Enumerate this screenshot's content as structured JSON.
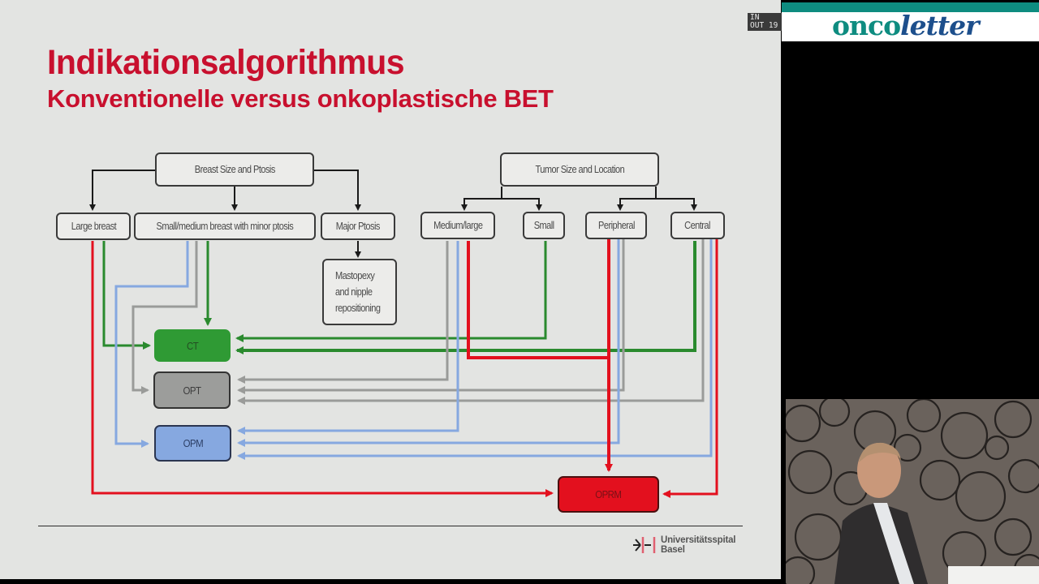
{
  "slide": {
    "title": "Indikationsalgorithmus",
    "subtitle": "Konventionelle versus onkoplastische BET",
    "background_color": "#e3e4e2",
    "title_color": "#c8102e"
  },
  "diagram": {
    "roots": [
      {
        "id": "breast",
        "label": "Breast Size and Ptosis"
      },
      {
        "id": "tumor",
        "label": "Tumor Size and Location"
      }
    ],
    "criteria": [
      {
        "id": "large",
        "label": "Large breast"
      },
      {
        "id": "smallmed",
        "label": "Small/medium  breast with minor ptosis"
      },
      {
        "id": "major",
        "label": "Major Ptosis"
      },
      {
        "id": "medlarge",
        "label": "Medium/large"
      },
      {
        "id": "small",
        "label": "Small"
      },
      {
        "id": "peripheral",
        "label": "Peripheral"
      },
      {
        "id": "central",
        "label": "Central"
      }
    ],
    "mastopexy": {
      "label": "Mastopexy and nipple repositioning"
    },
    "outcomes": [
      {
        "id": "ct",
        "label": "CT",
        "color": "#2f9a34"
      },
      {
        "id": "opt",
        "label": "OPT",
        "color": "#9c9d9b"
      },
      {
        "id": "opm",
        "label": "OPM",
        "color": "#86a8e0"
      },
      {
        "id": "oprm",
        "label": "OPRM",
        "color": "#e3101e"
      }
    ],
    "edges": [
      {
        "from": "Breast Size and Ptosis",
        "to": [
          "Large breast",
          "Small/medium breast with minor ptosis",
          "Major Ptosis"
        ]
      },
      {
        "from": "Tumor Size and Location",
        "to": [
          "Medium/large",
          "Small",
          "Peripheral",
          "Central"
        ]
      },
      {
        "from": "Major Ptosis",
        "to": [
          "Mastopexy and nipple repositioning"
        ]
      },
      {
        "from": "Large breast",
        "to": [
          "CT",
          "OPRM"
        ]
      },
      {
        "from": "Small/medium breast with minor ptosis",
        "to": [
          "CT",
          "OPT",
          "OPM"
        ]
      },
      {
        "from": "Medium/large",
        "to": [
          "OPT",
          "OPM",
          "OPRM"
        ]
      },
      {
        "from": "Small",
        "to": [
          "CT"
        ]
      },
      {
        "from": "Peripheral",
        "to": [
          "OPT",
          "OPM",
          "OPRM"
        ]
      },
      {
        "from": "Central",
        "to": [
          "CT",
          "OPT",
          "OPM",
          "OPRM"
        ]
      }
    ]
  },
  "footer": {
    "institution_line1": "Universitätsspital",
    "institution_line2": "Basel"
  },
  "overlay": {
    "timecode": "IN  \nOUT 19"
  },
  "broadcast": {
    "brand_part1": "onco",
    "brand_part2": "letter",
    "brand_color_primary": "#0e8c80",
    "brand_color_secondary": "#1d4f8c"
  }
}
